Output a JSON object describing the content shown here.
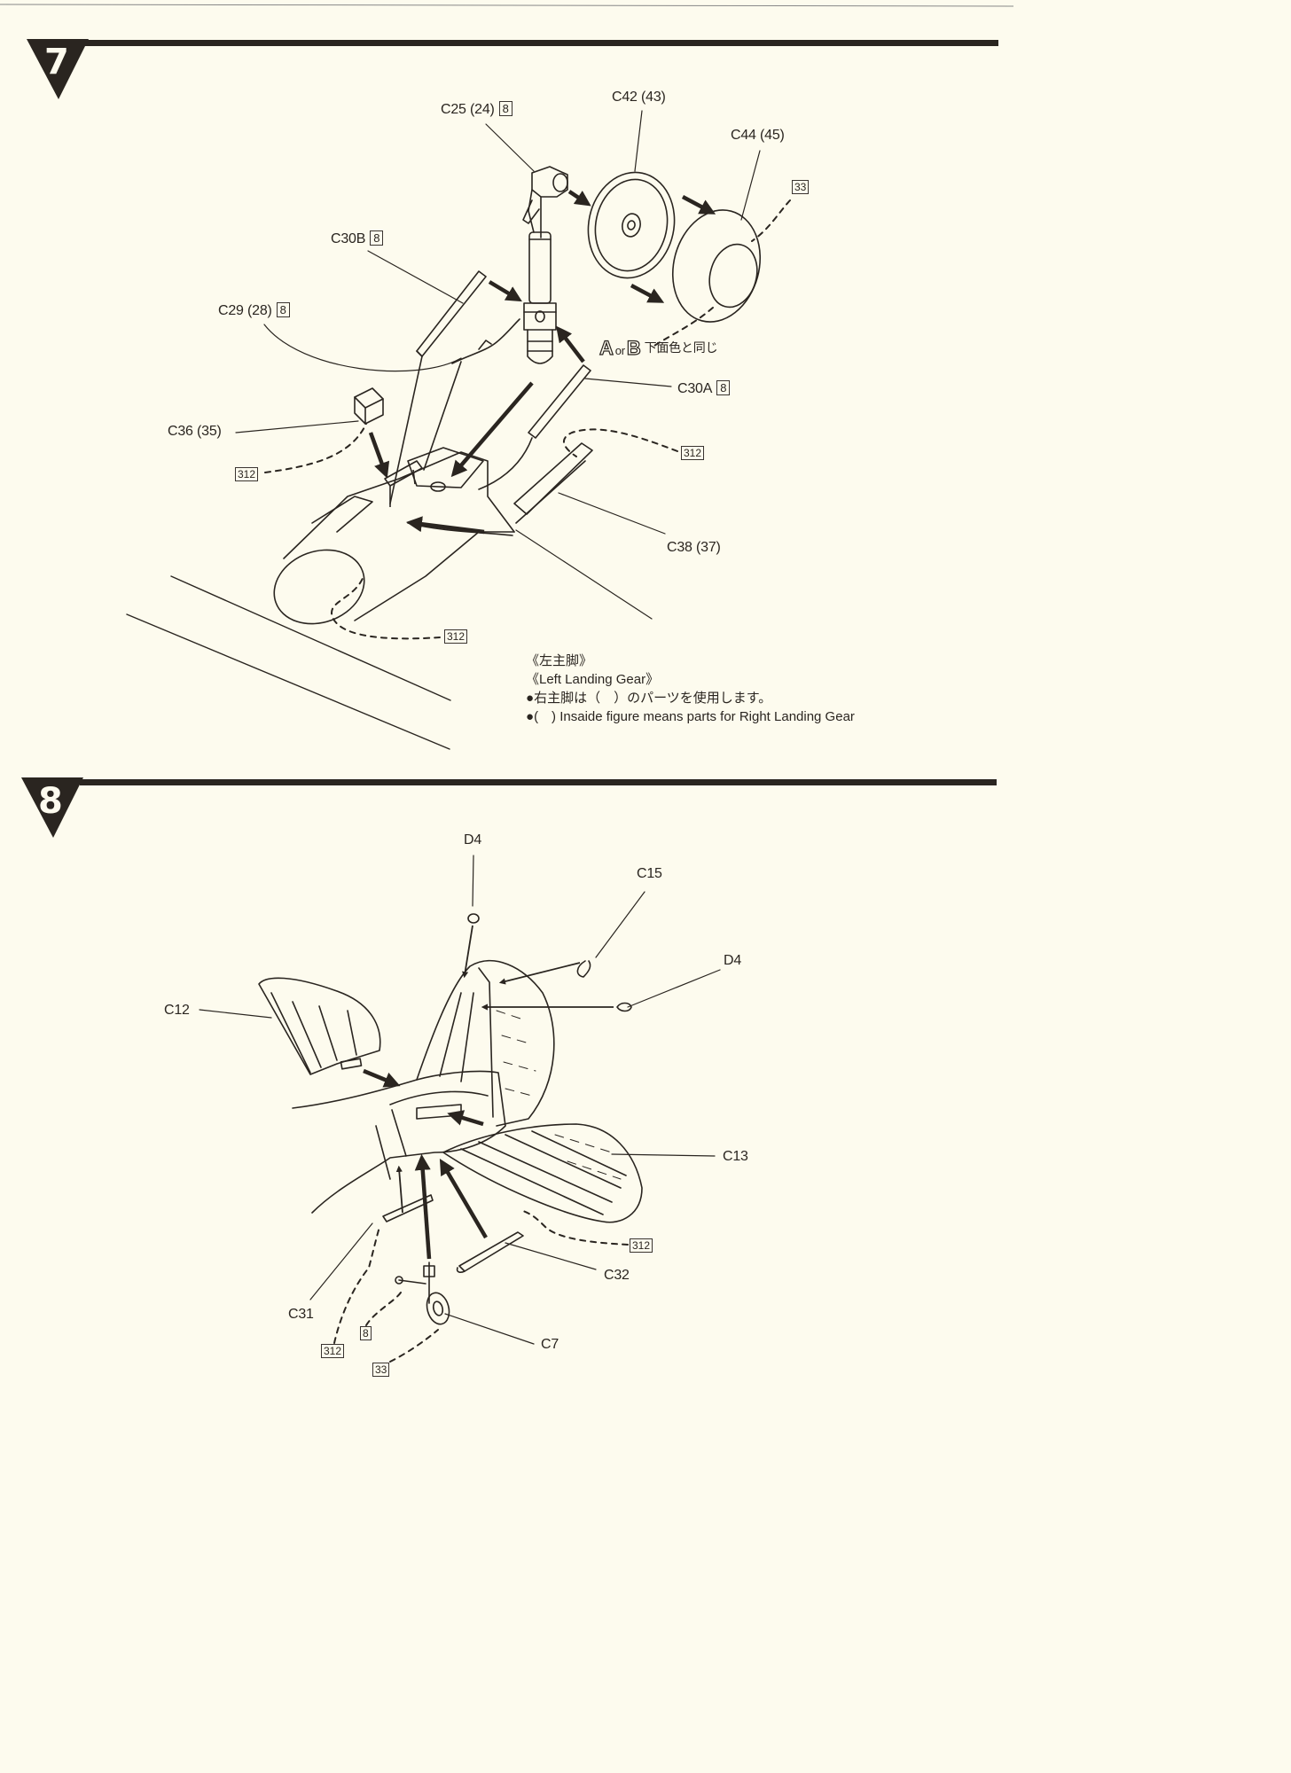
{
  "steps": [
    {
      "number": "7",
      "labels": {
        "c25": "C25 (24)",
        "c25_ref": "8",
        "c42": "C42 (43)",
        "c44": "C44 (45)",
        "c44_ref": "33",
        "c30b": "C30B",
        "c30b_ref": "8",
        "c29": "C29 (28)",
        "c29_ref": "8",
        "color_a": "A",
        "color_or": "or",
        "color_b": "B",
        "color_note": "下面色と同じ",
        "c30a": "C30A",
        "c30a_ref": "8",
        "c36": "C36 (35)",
        "ref_312_left": "312",
        "ref_312_right": "312",
        "c38": "C38 (37)",
        "ref_312_bottom": "312"
      },
      "notes": {
        "title_jp": "《左主脚》",
        "title_en": "《Left Landing Gear》",
        "bullet_jp": "右主脚は（　）のパーツを使用します。",
        "bullet_en": "(　) Insaide figure means parts for Right Landing Gear"
      }
    },
    {
      "number": "8",
      "labels": {
        "d4_top": "D4",
        "c15": "C15",
        "d4_right": "D4",
        "c12": "C12",
        "c13": "C13",
        "ref_312": "312",
        "c32": "C32",
        "c31": "C31",
        "ref_8": "8",
        "c7": "C7",
        "ref_312_left": "312",
        "ref_33": "33"
      }
    }
  ],
  "icons": {
    "bullet": "filled-circle",
    "arrows": "thick-assembly-arrow"
  },
  "colors": {
    "paper": "#fdfbee",
    "ink": "#2a2520"
  }
}
